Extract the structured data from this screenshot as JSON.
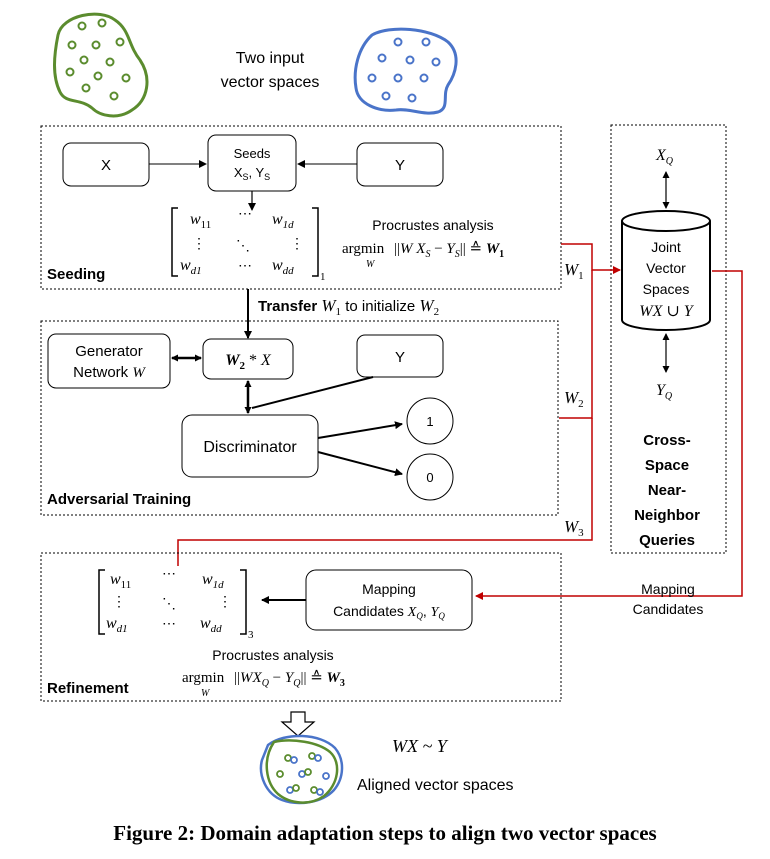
{
  "input_label_line1": "Two input",
  "input_label_line2": "vector spaces",
  "seeding": {
    "section_label": "Seeding",
    "x_box": "X",
    "y_box": "Y",
    "seeds_line1": "Seeds",
    "seeds_line2": "Xs, Ys",
    "matrix": {
      "w11": "w11",
      "w1d": "w1d",
      "wd1": "wd1",
      "wdd": "wdd",
      "subscript": "1"
    },
    "procrustes_label": "Procrustes analysis",
    "procrustes_formula": "argmin ||W XS − YS|| ≙ W1",
    "argmin_under": "W"
  },
  "transfer_text": "Transfer W1 to initialize W2",
  "adversarial": {
    "section_label": "Adversarial Training",
    "generator_line1": "Generator",
    "generator_line2": "Network W",
    "w2x": "W2 * X",
    "y_box": "Y",
    "discriminator": "Discriminator",
    "out_one": "1",
    "out_zero": "0"
  },
  "weights": {
    "w1": "W1",
    "w2": "W2",
    "w3": "W3"
  },
  "joint": {
    "line1": "Joint",
    "line2": "Vector",
    "line3": "Spaces",
    "line4": "WX ∪ Y",
    "xq": "XQ",
    "yq": "YQ",
    "queries_lines": [
      "Cross-",
      "Space",
      "Near-",
      "Neighbor",
      "Queries"
    ]
  },
  "refinement": {
    "section_label": "Refinement",
    "matrix": {
      "w11": "w11",
      "w1d": "w1d",
      "wd1": "wd1",
      "wdd": "wdd",
      "subscript": "3"
    },
    "mapping_line1": "Mapping",
    "mapping_line2": "Candidates XQ, YQ",
    "procrustes_label": "Procrustes analysis",
    "procrustes_formula": "argmin ||WXQ − YQ|| ≙ W3",
    "argmin_under": "W"
  },
  "mapping_candidates_line1": "Mapping",
  "mapping_candidates_line2": "Candidates",
  "aligned_formula": "WX ~ Y",
  "aligned_label": "Aligned vector spaces",
  "caption": "Figure 2: Domain adaptation steps to align two vector spaces",
  "colors": {
    "green": "#5b8c2e",
    "blue": "#4a74c9",
    "red": "#c00000"
  }
}
